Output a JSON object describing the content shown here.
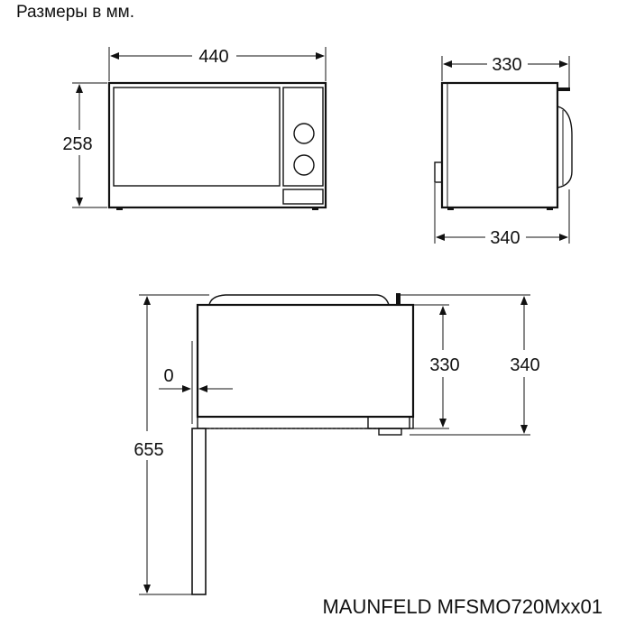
{
  "units_caption": "Размеры в мм.",
  "model": "MAUNFELD MFSMO720Mxx01",
  "front_view": {
    "width": "440",
    "height": "258"
  },
  "side_view": {
    "depth_body": "330",
    "depth_total": "340"
  },
  "install_view": {
    "clearance": "0",
    "body_depth": "330",
    "total_depth": "340",
    "min_height": "655"
  },
  "colors": {
    "line": "#111111",
    "background": "#ffffff"
  }
}
